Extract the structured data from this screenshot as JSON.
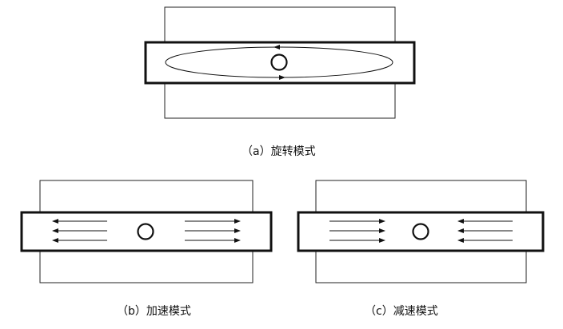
{
  "panels": {
    "a": {
      "caption": "（a）旋转模式",
      "mode": "rotation"
    },
    "b": {
      "caption": "（b）加速模式",
      "mode": "acceleration",
      "arrow_direction": "outward"
    },
    "c": {
      "caption": "（c）减速模式",
      "mode": "deceleration",
      "arrow_direction": "inward"
    }
  },
  "colors": {
    "stroke": "#111111",
    "background": "#ffffff"
  }
}
